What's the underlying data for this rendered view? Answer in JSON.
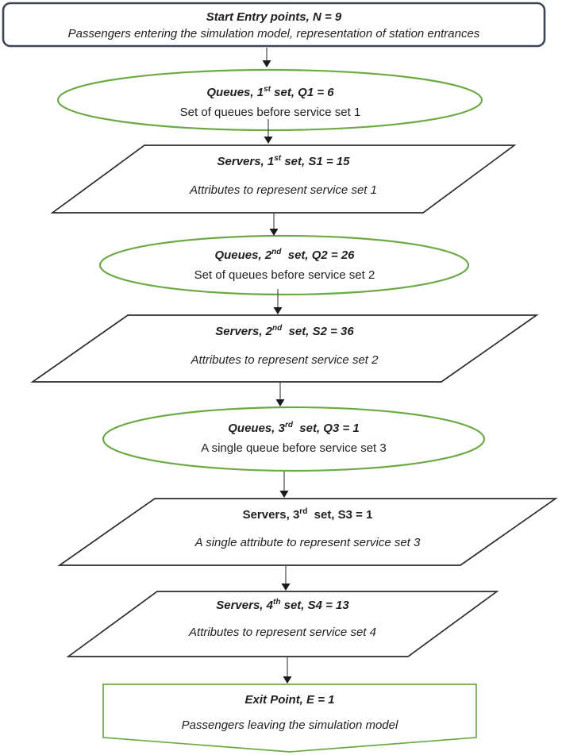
{
  "diagram_type": "flowchart",
  "colors": {
    "accent_green": "#6BA945",
    "start_border": "#3B4757",
    "shape_line": "#2B2B2B",
    "arrow": "#1A1A1A",
    "text": "#1F1F1F",
    "background": "#FFFFFF"
  },
  "nodes": [
    {
      "id": "start",
      "shape": "rounded-rectangle",
      "title": {
        "pre": "Start Entry points, N = 9",
        "sup": "",
        "post": ""
      },
      "subtitle": "Passengers entering the simulation model, representation of station entrances"
    },
    {
      "id": "queues-set-1",
      "shape": "ellipse",
      "title": {
        "pre": "Queues, 1",
        "sup": "st",
        "post": " set, Q1 = 6"
      },
      "subtitle": "Set of queues before service set 1"
    },
    {
      "id": "servers-set-1",
      "shape": "parallelogram",
      "title": {
        "pre": "Servers, 1",
        "sup": "st",
        "post": " set, S1 = 15"
      },
      "subtitle": "Attributes to represent service set 1"
    },
    {
      "id": "queues-set-2",
      "shape": "ellipse",
      "title": {
        "pre": "Queues, 2",
        "sup": "nd",
        "post": "  set, Q2 = 26"
      },
      "subtitle": "Set of queues before service set 2"
    },
    {
      "id": "servers-set-2",
      "shape": "parallelogram",
      "title": {
        "pre": "Servers, 2",
        "sup": "nd",
        "post": "  set, S2 = 36"
      },
      "subtitle": "Attributes to represent service set 2"
    },
    {
      "id": "queues-set-3",
      "shape": "ellipse",
      "title": {
        "pre": "Queues, 3",
        "sup": "rd",
        "post": "  set, Q3 = 1"
      },
      "subtitle": "A single queue before service set 3"
    },
    {
      "id": "servers-set-3",
      "shape": "parallelogram",
      "title": {
        "pre": "Servers, 3",
        "sup": "rd",
        "post": "  set, S3 = 1"
      },
      "subtitle": "A single attribute to represent service set 3"
    },
    {
      "id": "servers-set-4",
      "shape": "parallelogram",
      "title": {
        "pre": "Servers, 4",
        "sup": "th",
        "post": " set, S4 = 13"
      },
      "subtitle": "Attributes to represent service set 4"
    },
    {
      "id": "exit",
      "shape": "notched-rectangle",
      "title": {
        "pre": "Exit Point, E = 1",
        "sup": "",
        "post": ""
      },
      "subtitle": "Passengers leaving the simulation model"
    }
  ],
  "edges": [
    [
      "start",
      "queues-set-1"
    ],
    [
      "queues-set-1",
      "servers-set-1"
    ],
    [
      "servers-set-1",
      "queues-set-2"
    ],
    [
      "queues-set-2",
      "servers-set-2"
    ],
    [
      "servers-set-2",
      "queues-set-3"
    ],
    [
      "queues-set-3",
      "servers-set-3"
    ],
    [
      "servers-set-3",
      "servers-set-4"
    ],
    [
      "servers-set-4",
      "exit"
    ]
  ]
}
